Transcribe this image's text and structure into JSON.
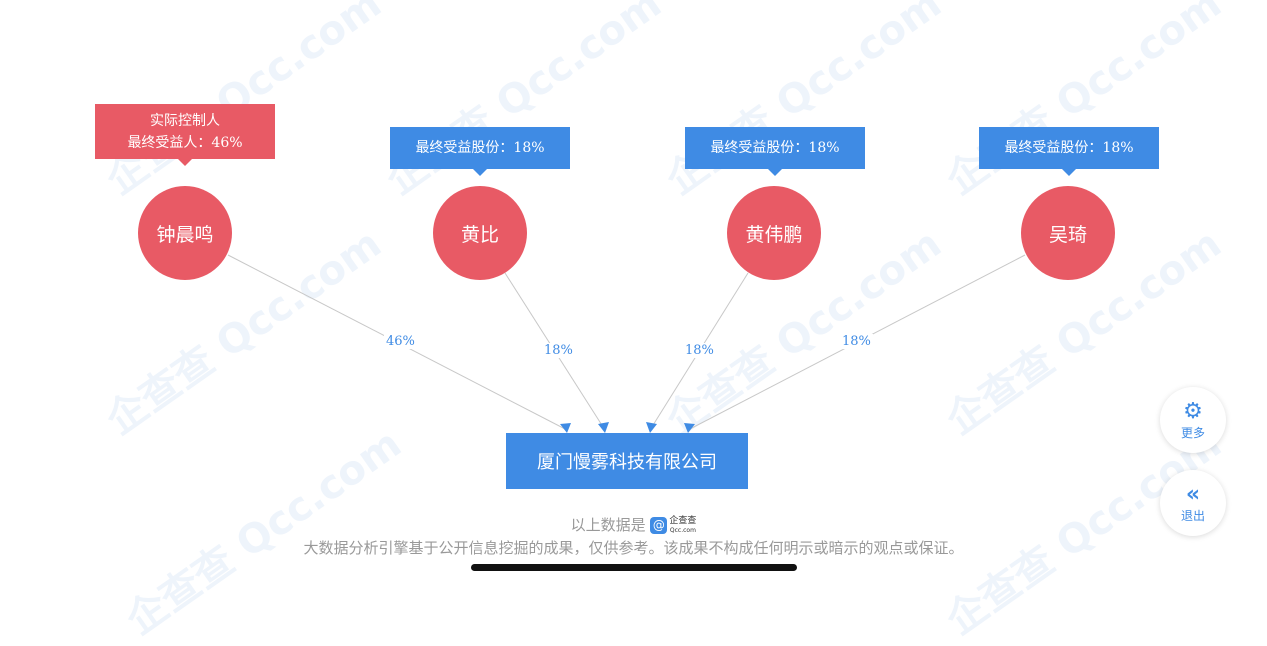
{
  "persons": [
    {
      "name": "钟晨鸣",
      "tip_lines": [
        "实际控制人",
        "最终受益人：46%"
      ],
      "edge_label": "46%"
    },
    {
      "name": "黄比",
      "tip_lines": [
        "最终受益股份：18%"
      ],
      "edge_label": "18%"
    },
    {
      "name": "黄伟鹏",
      "tip_lines": [
        "最终受益股份：18%"
      ],
      "edge_label": "18%"
    },
    {
      "name": "吴琦",
      "tip_lines": [
        "最终受益股份：18%"
      ],
      "edge_label": "18%"
    }
  ],
  "company": "厦门慢雾科技有限公司",
  "footer": {
    "source_prefix": "以上数据是",
    "source_logo": "企查查",
    "source_logo_sub": "Qcc.com",
    "disclaimer": "大数据分析引擎基于公开信息挖掘的成果，仅供参考。该成果不构成任何明示或暗示的观点或保证。"
  },
  "buttons": {
    "more": "更多",
    "exit": "退出"
  },
  "watermark": "企查查 Qcc.com",
  "colors": {
    "person": "#e85a65",
    "accent": "#3f8be4"
  }
}
